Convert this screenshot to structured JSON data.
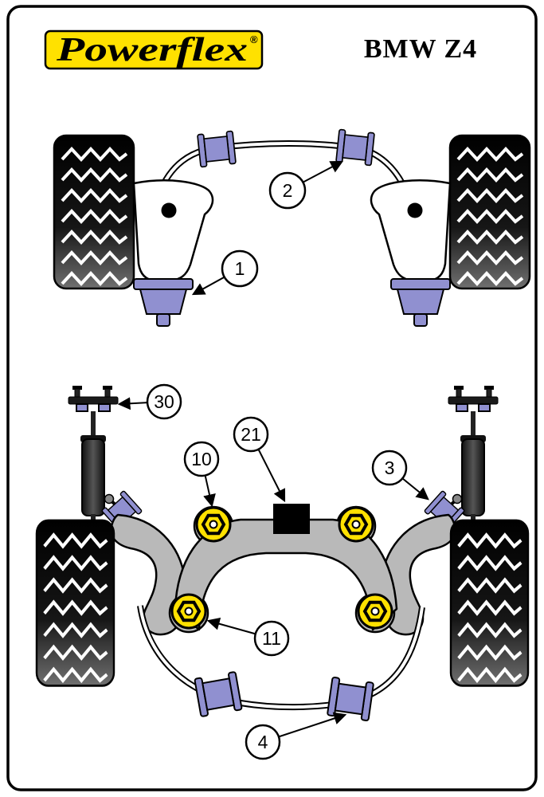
{
  "window": {
    "title": "BMW Z4"
  },
  "logo": {
    "text": "Powerflex",
    "registered": "®"
  },
  "callouts": {
    "c1": {
      "label": "1"
    },
    "c2": {
      "label": "2"
    },
    "c3": {
      "label": "3"
    },
    "c4": {
      "label": "4"
    },
    "c10": {
      "label": "10"
    },
    "c11": {
      "label": "11"
    },
    "c21": {
      "label": "21"
    },
    "c30": {
      "label": "30"
    }
  },
  "colors": {
    "bushing_purple": "#9090d0",
    "accent_yellow": "#ffe100",
    "subframe_gray": "#b9b9b9"
  }
}
